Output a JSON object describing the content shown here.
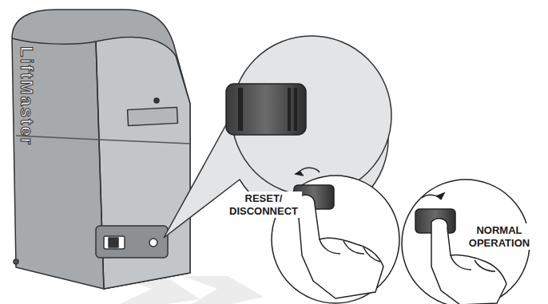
{
  "diagram": {
    "labels": [
      "LiftMaster",
      "RESET/ DISCONNECT",
      "NORMAL OPERATION"
    ]
  }
}
